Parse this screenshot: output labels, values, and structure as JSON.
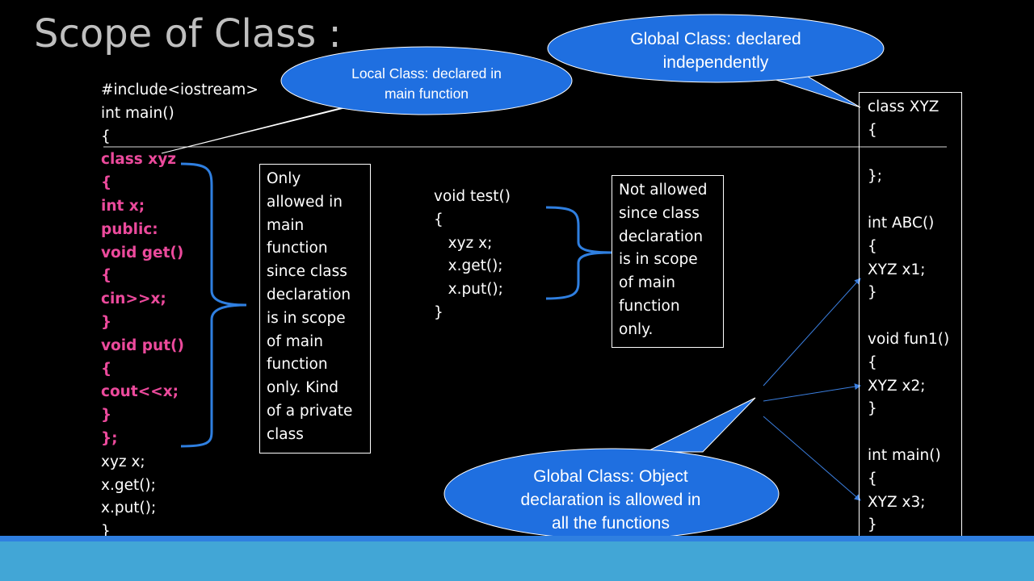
{
  "slide": {
    "title": "Scope of Class :"
  },
  "main_code": {
    "lines": [
      {
        "text": "#include<iostream>",
        "highlight": false
      },
      {
        "text": "int main()",
        "highlight": false
      },
      {
        "text": "{",
        "highlight": false
      },
      {
        "text": "class xyz",
        "highlight": true
      },
      {
        "text": "{",
        "highlight": true
      },
      {
        "text": "int x;",
        "highlight": true
      },
      {
        "text": "public:",
        "highlight": true
      },
      {
        "text": "void get()",
        "highlight": true
      },
      {
        "text": "{",
        "highlight": true
      },
      {
        "text": "cin>>x;",
        "highlight": true
      },
      {
        "text": "}",
        "highlight": true
      },
      {
        "text": "void put()",
        "highlight": true
      },
      {
        "text": "{",
        "highlight": true
      },
      {
        "text": "cout<<x;",
        "highlight": true
      },
      {
        "text": "}",
        "highlight": true
      },
      {
        "text": "};",
        "highlight": true
      },
      {
        "text": "xyz x;",
        "highlight": false
      },
      {
        "text": "x.get();",
        "highlight": false
      },
      {
        "text": "x.put();",
        "highlight": false
      },
      {
        "text": "}",
        "highlight": false
      }
    ]
  },
  "local_note": {
    "lines": [
      "Only",
      "allowed in",
      "main",
      "function",
      "since class",
      "declaration",
      "is in scope",
      "of main",
      "function",
      "only. Kind",
      "of a private",
      "class"
    ]
  },
  "test_code": {
    "lines": [
      "void test()",
      "{",
      "   xyz x;",
      "   x.get();",
      "   x.put();",
      "}"
    ]
  },
  "not_allowed_note": {
    "lines": [
      "Not allowed",
      "since class",
      "declaration",
      "is in scope",
      "of main",
      "function",
      "only."
    ]
  },
  "global_code": {
    "lines": [
      "class XYZ",
      "{",
      "",
      "};",
      "",
      "int ABC()",
      "{",
      "XYZ x1;",
      "}",
      "",
      "void fun1()",
      "{",
      "XYZ x2;",
      "}",
      "",
      "int main()",
      "{",
      "XYZ x3;",
      "}"
    ]
  },
  "callouts": {
    "local_class": {
      "line1": "Local Class: declared in",
      "line2": "main function"
    },
    "global_class": {
      "line1": "Global Class: declared",
      "line2": "independently"
    },
    "global_object": {
      "line1": "Global Class: Object",
      "line2": "declaration is allowed in",
      "line3": "all the functions"
    }
  },
  "colors": {
    "background": "#000000",
    "title": "#bfbfbf",
    "highlight_code": "#ec4a9c",
    "bubble_fill": "#1f6fe0",
    "bracket": "#2f7fe0",
    "bottom_bar": "#42a6d6"
  }
}
